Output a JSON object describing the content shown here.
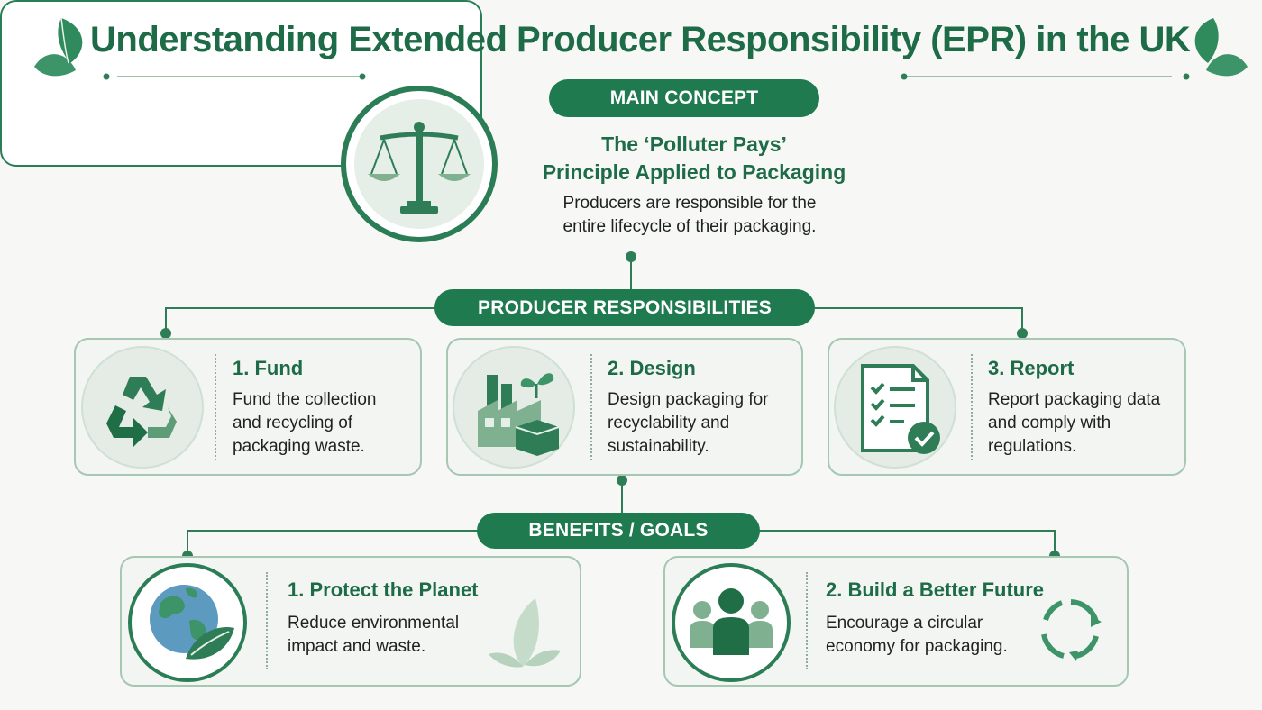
{
  "title": "Understanding Extended Producer Responsibility (EPR) in the UK",
  "main_concept": {
    "label": "MAIN CONCEPT",
    "heading_line1": "The ‘Polluter Pays’",
    "heading_line2": "Principle Applied to Packaging",
    "description_line1": "Producers are responsible for the",
    "description_line2": "entire lifecycle of their packaging.",
    "icon": "scales-of-justice-icon"
  },
  "responsibilities": {
    "label": "PRODUCER RESPONSIBILITIES",
    "items": [
      {
        "title": "1. Fund",
        "lines": [
          "Fund the collection",
          "and recycling of",
          "packaging waste."
        ],
        "icon": "recycle-icon"
      },
      {
        "title": "2. Design",
        "lines": [
          "Design packaging for",
          "recyclability and",
          "sustainability."
        ],
        "icon": "factory-icon"
      },
      {
        "title": "3. Report",
        "lines": [
          "Report packaging data",
          "and comply with",
          "regulations."
        ],
        "icon": "checklist-document-icon"
      }
    ]
  },
  "benefits": {
    "label": "BENEFITS / GOALS",
    "items": [
      {
        "title": "1. Protect the Planet",
        "lines": [
          "Reduce environmental",
          "impact and waste."
        ],
        "icon": "globe-leaf-icon"
      },
      {
        "title": "2. Build a Better Future",
        "lines": [
          "Encourage a circular",
          "economy for packaging."
        ],
        "icon": "people-group-icon"
      }
    ]
  },
  "colors": {
    "primary": "#1f7a4f",
    "title": "#1d6b47",
    "card_border": "#a6c7b2",
    "card_bg": "#f2f5f1",
    "icon_light": "#7fb08f"
  }
}
